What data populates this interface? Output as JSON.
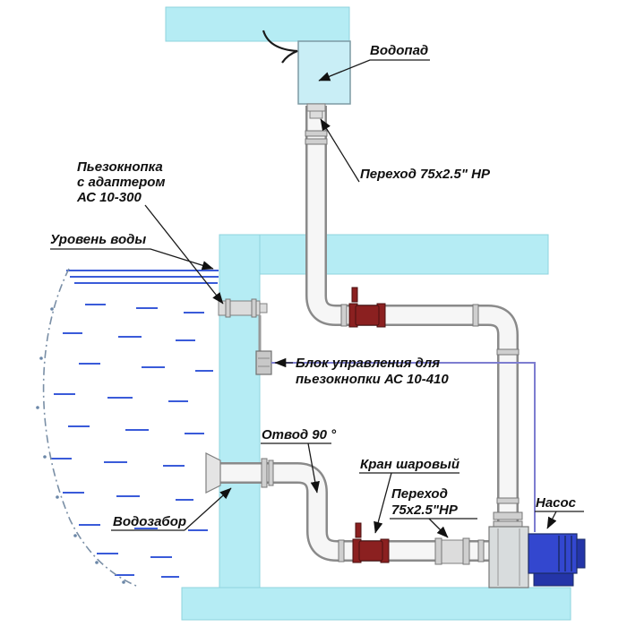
{
  "diagram": {
    "labels": {
      "waterfall": "Водопад",
      "transition_top": "Переход 75x2.5\" НР",
      "piezo1": "Пьезокнопка",
      "piezo2": "с адаптером",
      "piezo3": "АС 10-300",
      "water_level": "Уровень воды",
      "control1": "Блок управления для",
      "control2": "пьезокнопки АС 10-410",
      "elbow": "Отвод 90 °",
      "ball_valve": "Кран шаровый",
      "trans_b1": "Переход",
      "trans_b2": "75x2.5\"НР",
      "pump": "Насос",
      "intake": "Водозабор"
    },
    "colors": {
      "wall": "#b5ecf4",
      "wall_stroke": "#8fd3de",
      "box": "#c9eef6",
      "pipe": "#8a8a8a",
      "pipe_inner": "#f6f6f6",
      "valve": "#8b2020",
      "motor": "#3347cf",
      "motor_dark": "#2435a8",
      "wire": "#7d7dd0",
      "water": "#3a5bd9"
    }
  }
}
